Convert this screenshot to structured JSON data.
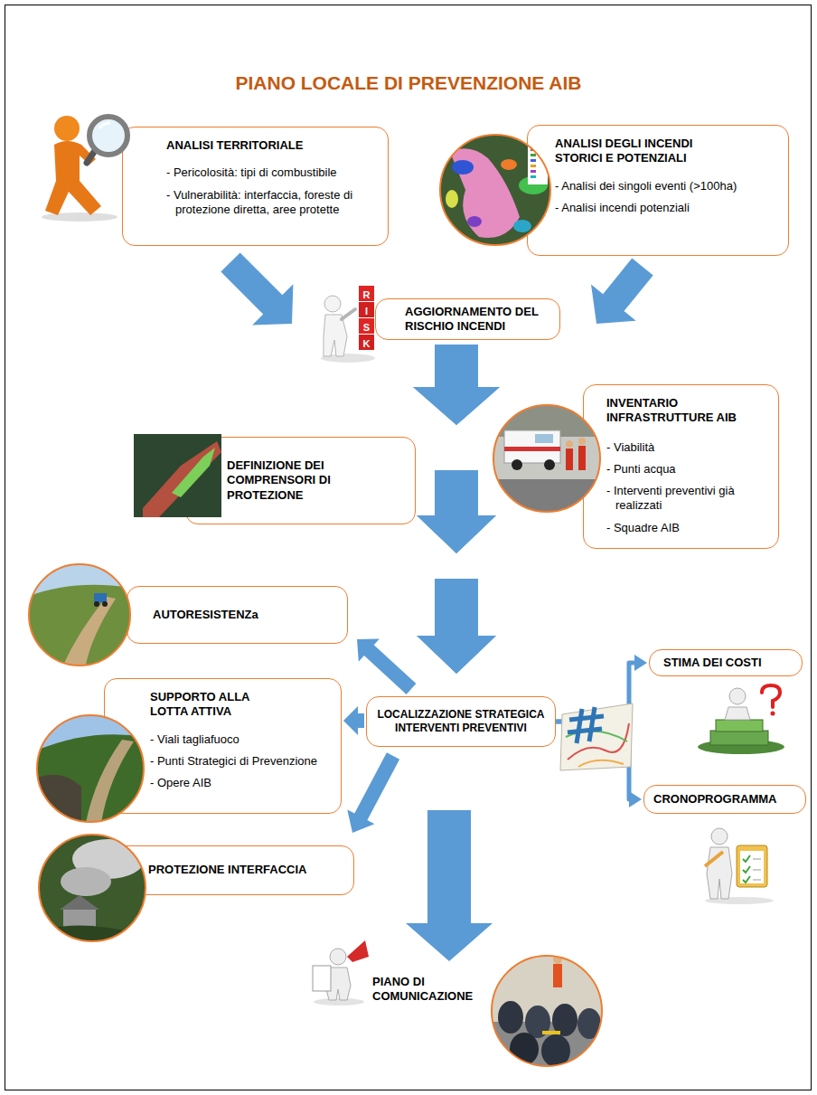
{
  "diagram": {
    "title": "PIANO LOCALE DI PREVENZIONE AIB",
    "nodes": [
      {
        "text": [
          "ANALISI TERRITORIALE",
          "- Pericolosità: tipi di combustibile",
          "- Vulnerabilità: interfaccia, foreste di protezione diretta, aree protette"
        ]
      },
      {
        "text": [
          "ANALISI DEGLI INCENDI STORICI E POTENZIALI",
          "- Analisi dei singoli eventi (>100ha)",
          "- Analisi incendi potenziali"
        ]
      },
      {
        "text": [
          "AGGIORNAMENTO DEL RISCHIO INCENDI"
        ]
      },
      {
        "text": [
          "INVENTARIO INFRASTRUTTURE AIB",
          "- Viabilità",
          "- Punti acqua",
          "- Interventi preventivi già realizzati",
          "- Squadre AIB"
        ]
      },
      {
        "text": [
          "DEFINIZIONE DEI COMPRENSORI DI PROTEZIONE"
        ]
      },
      {
        "text": [
          "AUTORESISTENZa"
        ]
      },
      {
        "text": [
          "SUPPORTO ALLA LOTTA ATTIVA",
          "- Viali tagliafuoco",
          "- Punti Strategici di Prevenzione",
          "- Opere AIB"
        ]
      },
      {
        "text": [
          "LOCALIZZAZIONE STRATEGICA INTERVENTI PREVENTIVI"
        ]
      },
      {
        "text": [
          "STIMA DEI COSTI"
        ]
      },
      {
        "text": [
          "CRONOPROGRAMMA"
        ]
      },
      {
        "text": [
          "PROTEZIONE INTERFACCIA"
        ]
      },
      {
        "text": [
          "PIANO DI COMUNICAZIONE"
        ]
      }
    ],
    "edges": [
      {
        "from": 0,
        "to": 2,
        "arrow": "to"
      },
      {
        "from": 1,
        "to": 2,
        "arrow": "to"
      },
      {
        "from": 2,
        "to": 3,
        "arrow": "to"
      },
      {
        "from": 2,
        "to": 4,
        "arrow": "to"
      },
      {
        "from": 3,
        "to": 7,
        "arrow": "to"
      },
      {
        "from": 4,
        "to": 7,
        "arrow": "to"
      },
      {
        "from": 7,
        "to": 5,
        "arrow": "to"
      },
      {
        "from": 7,
        "to": 6,
        "arrow": "to"
      },
      {
        "from": 7,
        "to": 10,
        "arrow": "to"
      },
      {
        "from": 7,
        "to": 11,
        "arrow": "to"
      },
      {
        "from": 7,
        "to": 8,
        "arrow": "to"
      },
      {
        "from": 7,
        "to": 9,
        "arrow": "to"
      }
    ],
    "labels": [
      "R",
      "I",
      "S",
      "K"
    ]
  }
}
